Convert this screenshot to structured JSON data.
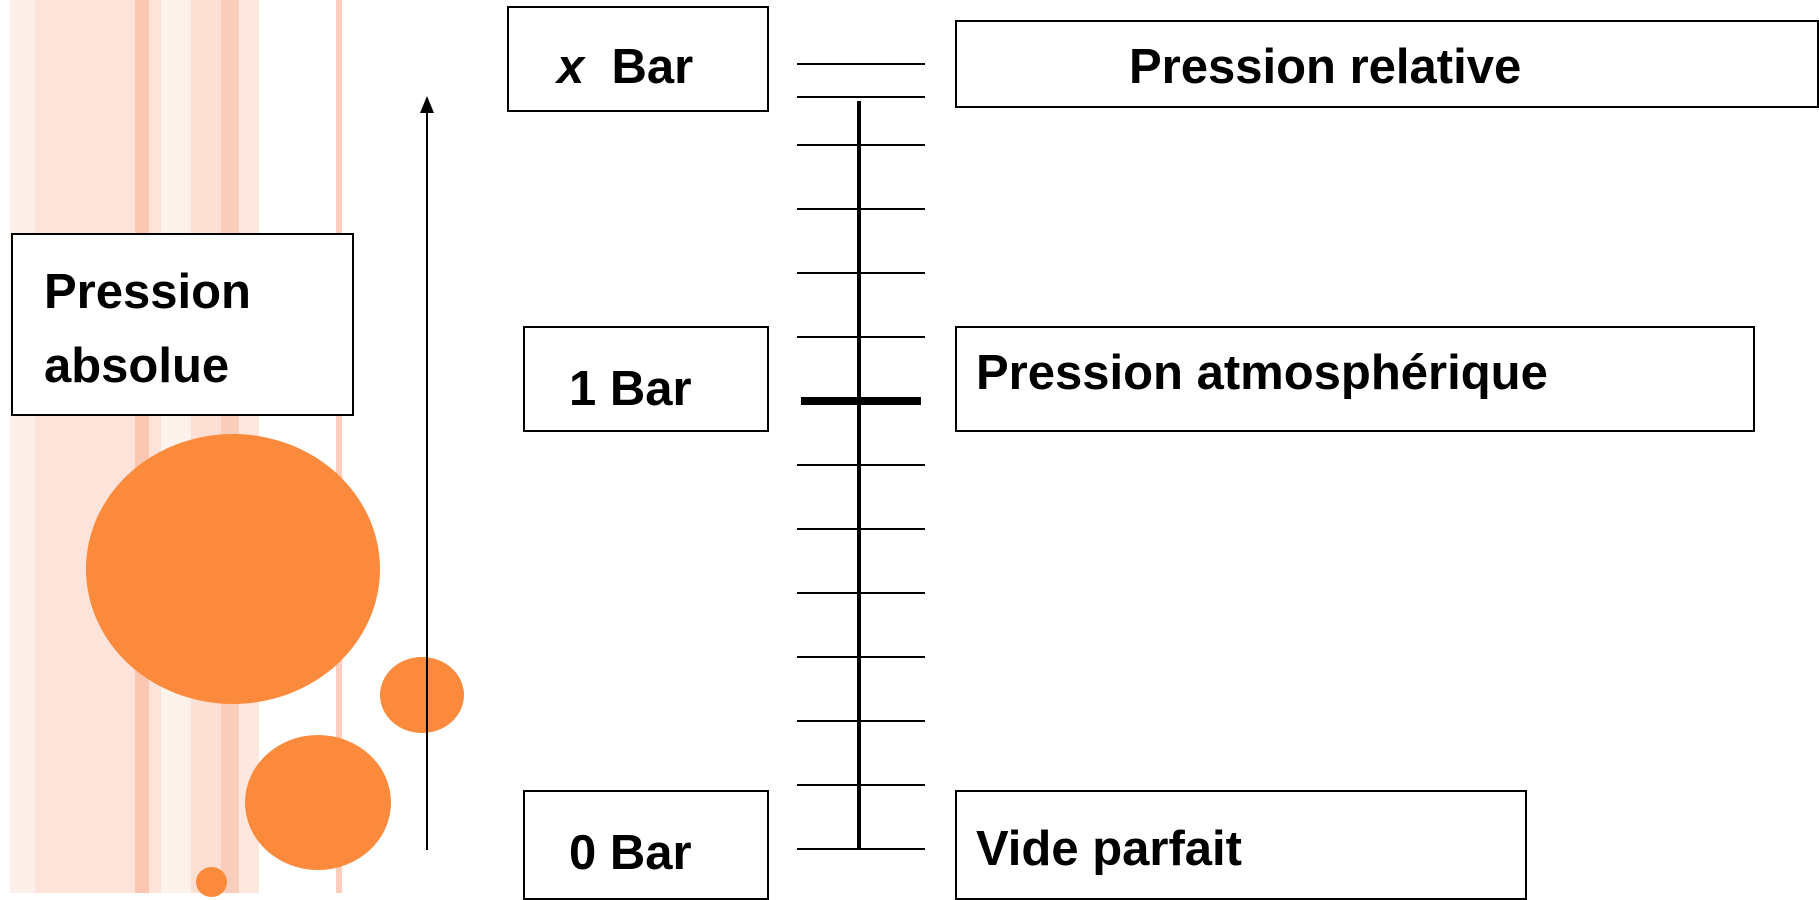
{
  "labels": {
    "absolute_pressure": [
      "Pression",
      "absolue"
    ],
    "x_bar_var": "x",
    "x_bar_unit": "Bar",
    "one_bar": "1 Bar",
    "zero_bar": "0 Bar",
    "relative_pressure": "Pression relative",
    "atmospheric_pressure": "Pression atmosphérique",
    "perfect_vacuum": "Vide parfait"
  },
  "colors": {
    "accent_orange": "#fc8a3c",
    "stripe_light": "#fde3d9",
    "stripe_mid": "#fbcdbc",
    "line": "#000000"
  },
  "scale": {
    "min_bar": 0,
    "max_bar": "x",
    "marked_level_bar": 1
  }
}
